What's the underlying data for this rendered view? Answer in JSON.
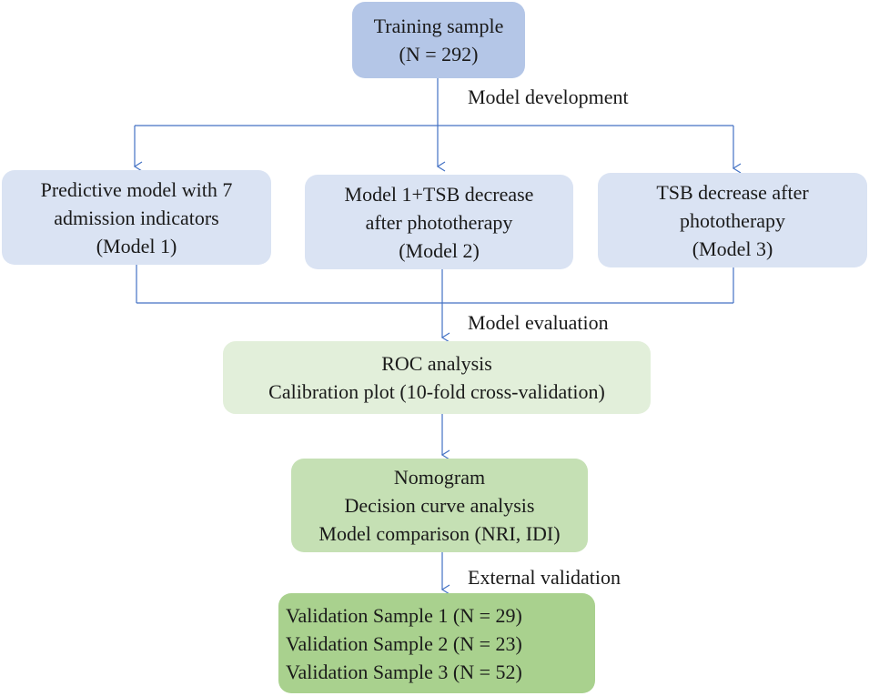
{
  "colors": {
    "training_box": "#b4c6e7",
    "model_box": "#dae3f3",
    "evaluation_box": "#e2efda",
    "nomogram_box": "#c5e0b4",
    "validation_box": "#a9d18e",
    "connector": "#4472c4"
  },
  "training": {
    "line1": "Training sample",
    "line2": "(N = 292)"
  },
  "labels": {
    "development": "Model development",
    "evaluation": "Model evaluation",
    "external": "External validation"
  },
  "models": [
    {
      "line1": "Predictive model with 7",
      "line2": "admission indicators",
      "line3": "(Model 1)"
    },
    {
      "line1": "Model 1+TSB decrease",
      "line2": "after phototherapy",
      "line3": "(Model 2)"
    },
    {
      "line1": "TSB decrease after",
      "line2": "phototherapy",
      "line3": "(Model 3)"
    }
  ],
  "evaluation": {
    "line1": "ROC analysis",
    "line2": "Calibration plot (10-fold cross-validation)"
  },
  "analysis": {
    "line1": "Nomogram",
    "line2": "Decision curve analysis",
    "line3": "Model comparison (NRI, IDI)"
  },
  "validation": {
    "line1": "Validation Sample 1 (N = 29)",
    "line2": "Validation Sample 2 (N = 23)",
    "line3": "Validation Sample 3 (N = 52)"
  }
}
